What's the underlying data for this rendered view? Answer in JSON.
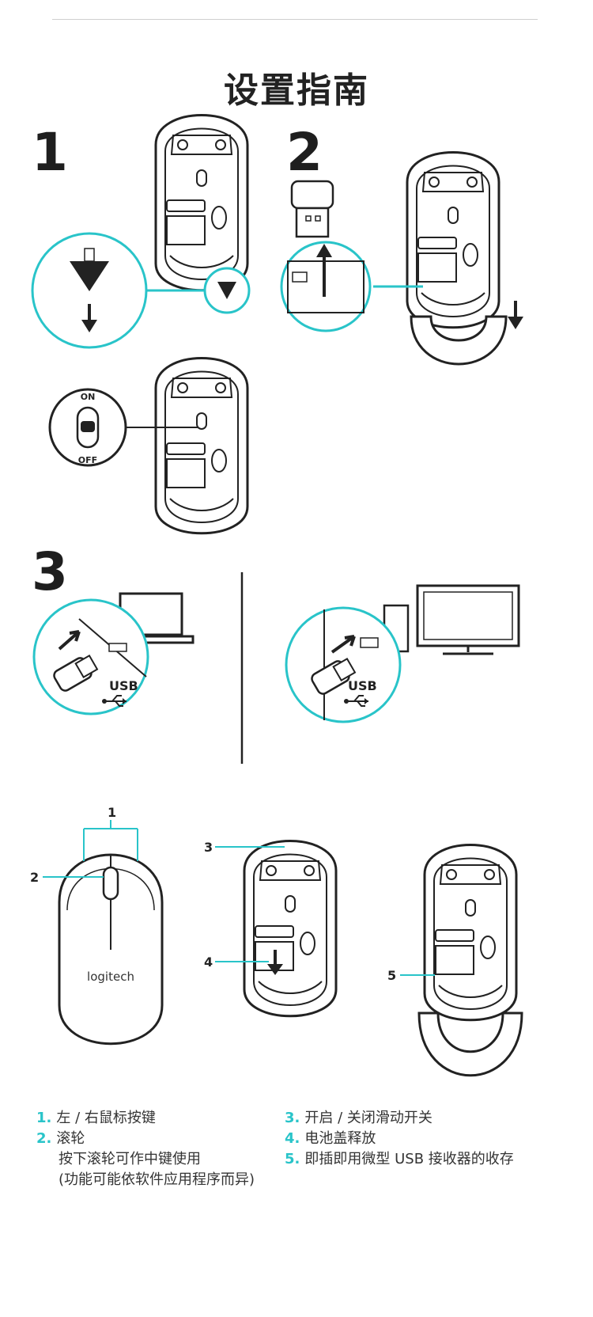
{
  "title": "设置指南",
  "steps": {
    "one": "1",
    "two": "2",
    "three": "3"
  },
  "switch": {
    "on": "ON",
    "off": "OFF"
  },
  "usb": {
    "label": "USB"
  },
  "brand": "logitech",
  "callouts": [
    "1",
    "2",
    "3",
    "4",
    "5"
  ],
  "legend": {
    "left": [
      {
        "num": "1.",
        "text": "左 / 右鼠标按键"
      },
      {
        "num": "2.",
        "text": "滚轮"
      },
      {
        "num": "",
        "text": "按下滚轮可作中键使用"
      },
      {
        "num": "",
        "text": "(功能可能依软件应用程序而异)"
      }
    ],
    "right": [
      {
        "num": "3.",
        "text": "开启 / 关闭滑动开关"
      },
      {
        "num": "4.",
        "text": "电池盖释放"
      },
      {
        "num": "5.",
        "text": "即插即用微型 USB 接收器的收存"
      }
    ]
  },
  "colors": {
    "accent": "#29c4c9",
    "ink": "#1e1e1e"
  }
}
